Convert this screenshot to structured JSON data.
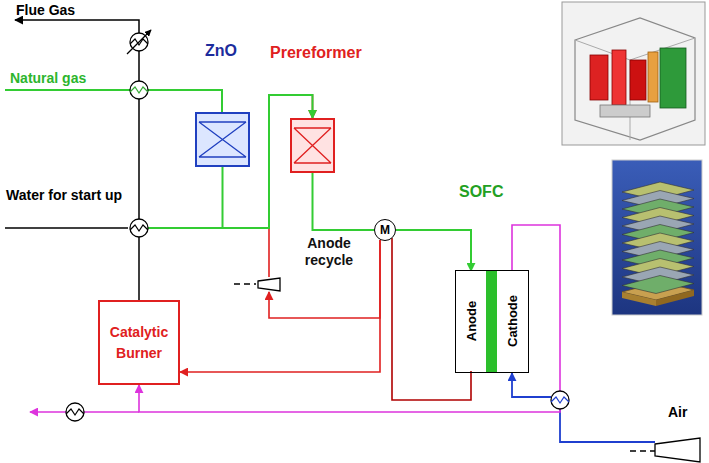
{
  "diagram": {
    "nodes": [
      {
        "text": [
          "ZnO"
        ]
      },
      {
        "text": [
          "Prereformer"
        ]
      },
      {
        "text": [
          "M"
        ]
      },
      {
        "text": [
          "SOFC"
        ]
      },
      {
        "text": [
          "Anode"
        ],
        "in": 3
      },
      {
        "text": [
          "Cathode"
        ],
        "in": 3
      },
      {
        "text": [
          "Anode recycle"
        ]
      },
      {
        "text": [
          "Catalytic Burner"
        ]
      }
    ],
    "edges": [
      {
        "from": 0,
        "to": 1,
        "arrow": "to"
      },
      {
        "from": 1,
        "to": 2,
        "arrow": "none"
      },
      {
        "from": 2,
        "to": 4,
        "arrow": "to"
      },
      {
        "from": 4,
        "to": 2,
        "arrow": "none"
      },
      {
        "from": 2,
        "to": 6,
        "arrow": "to"
      },
      {
        "from": 6,
        "to": 1,
        "arrow": "to"
      },
      {
        "from": 2,
        "to": 7,
        "arrow": "to"
      },
      {
        "from": 5,
        "to": 7,
        "arrow": "to"
      }
    ],
    "labels": [
      "Flue Gas",
      "Natural gas",
      "Water for start up",
      "Air"
    ]
  }
}
